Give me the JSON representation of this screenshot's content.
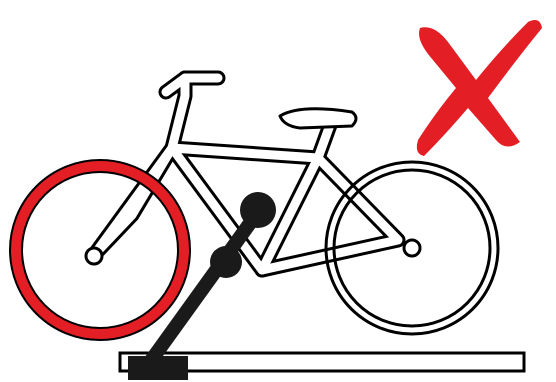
{
  "diagram": {
    "colors": {
      "background": "#ffffff",
      "outline": "#000000",
      "highlight": "#e31e24",
      "mount_arm": "#1a1a1a"
    },
    "elements": {
      "bicycle": "bicycle-outline",
      "front_wheel_state": "highlighted",
      "mount": "roof-rack-arm",
      "rail": "roof-rail",
      "mark": "x-mark-icon"
    }
  }
}
